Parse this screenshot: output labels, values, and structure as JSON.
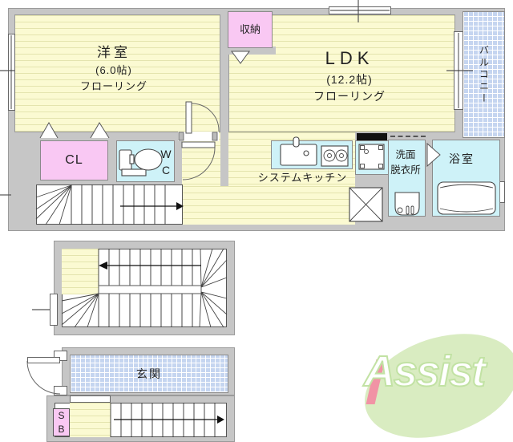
{
  "floorplan": {
    "upper": {
      "western_room": {
        "name": "洋室",
        "size": "(6.0帖)",
        "floor": "フローリング"
      },
      "ldk": {
        "name": "LDK",
        "size": "(12.2帖)",
        "floor": "フローリング"
      },
      "storage": {
        "label": "収納"
      },
      "balcony": {
        "label": "バルコニー"
      },
      "closet": {
        "label": "CL"
      },
      "toilet": {
        "line1": "W",
        "line2": "C"
      },
      "kitchen": {
        "label": "システムキッチン"
      },
      "washroom": {
        "line1": "洗面",
        "line2": "脱衣所"
      },
      "bathroom": {
        "label": "浴室"
      }
    },
    "lower": {
      "entrance": {
        "label": "玄関"
      },
      "shoe_box": {
        "line1": "S",
        "line2": "B"
      }
    },
    "logo": {
      "text": "Assist"
    },
    "colors": {
      "wall": "#c6c6c6",
      "room-yellow": "#fbfad2",
      "accent-pink": "#f9c8f3",
      "fixture-cyan": "#cef2f8",
      "tile-blue": "#c5d5f0",
      "logo-green": "#d9ecc1",
      "logo-pink": "#f193a5"
    }
  }
}
